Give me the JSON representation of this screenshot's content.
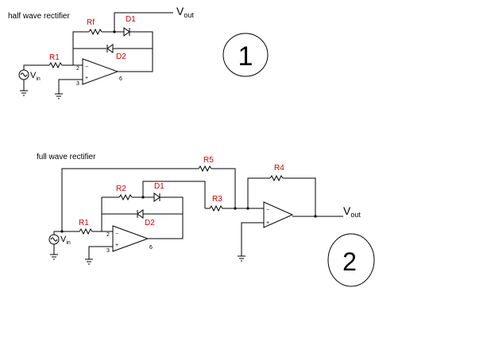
{
  "colors": {
    "wire": "#000000",
    "label": "#d40000",
    "background": "#ffffff"
  },
  "circuit1": {
    "title": "half wave rectifier",
    "number": "1",
    "labels": {
      "rf": "Rf",
      "d1": "D1",
      "d2": "D2",
      "r1": "R1"
    },
    "pins": {
      "inv": "2",
      "noninv": "3",
      "out": "6"
    },
    "vin": {
      "main": "V",
      "sub": "in"
    },
    "vout": {
      "main": "V",
      "sub": "out"
    }
  },
  "circuit2": {
    "title": "full wave rectifier",
    "number": "2",
    "labels": {
      "r5": "R5",
      "r4": "R4",
      "r2": "R2",
      "d1": "D1",
      "d2": "D2",
      "r3": "R3",
      "r1": "R1"
    },
    "pins": {
      "inv": "2",
      "noninv": "3",
      "out": "6"
    },
    "vin": {
      "main": "V",
      "sub": "in"
    },
    "vout": {
      "main": "V",
      "sub": "out"
    }
  }
}
